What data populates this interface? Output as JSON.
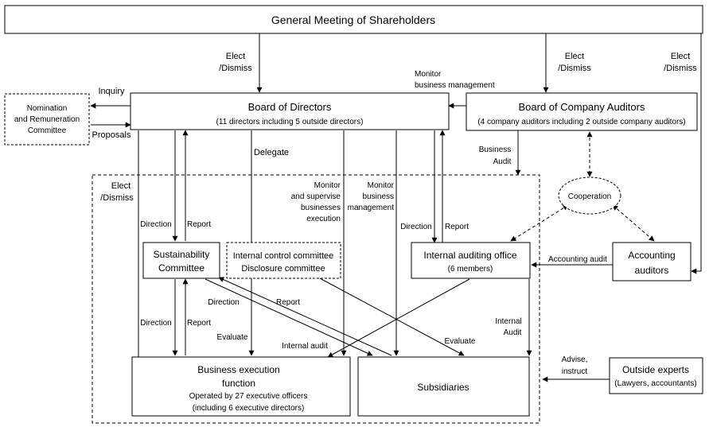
{
  "nodes": {
    "shareholders": {
      "label": "General Meeting of Shareholders"
    },
    "board_directors": {
      "label": "Board of Directors",
      "sub": "(11 directors including 5 outside directors)"
    },
    "board_auditors": {
      "label": "Board of Company Auditors",
      "sub": "(4 company auditors including 2 outside company auditors)"
    },
    "nomination": {
      "lines": [
        "Nomination",
        "and Remuneration",
        "Committee"
      ]
    },
    "sustainability": {
      "lines": [
        "Sustainability",
        "Committee"
      ]
    },
    "internal_control": {
      "lines": [
        "Internal control committee",
        "Disclosure committee"
      ]
    },
    "internal_audit_office": {
      "label": "Internal auditing office",
      "sub": "(6 members)"
    },
    "accounting_auditors": {
      "lines": [
        "Accounting",
        "auditors"
      ]
    },
    "cooperation": {
      "label": "Cooperation"
    },
    "business_execution": {
      "lines": [
        "Business execution",
        "function"
      ],
      "sub_lines": [
        "Operated by 27 executive officers",
        "(including 6 executive directors)"
      ]
    },
    "subsidiaries": {
      "label": "Subsidiaries"
    },
    "outside_experts": {
      "label": "Outside experts",
      "sub": "(Lawyers, accountants)"
    }
  },
  "labels": {
    "elect_dismiss_lines": [
      "Elect",
      "/Dismiss"
    ],
    "inquiry": "Inquiry",
    "proposals": "Proposals",
    "monitor_mgmt_top": [
      "Monitor",
      "business management"
    ],
    "business_audit": [
      "Business",
      "Audit"
    ],
    "delegate": "Delegate",
    "monitor_supervise": [
      "Monitor",
      "and supervise",
      "businesses",
      "execution"
    ],
    "monitor_mgmt_mid": [
      "Monitor",
      "business",
      "management"
    ],
    "direction": "Direction",
    "report": "Report",
    "evaluate": "Evaluate",
    "internal_audit_lower": "Internal audit",
    "internal_audit_right": [
      "Internal",
      "Audit"
    ],
    "accounting_audit": "Accounting audit",
    "advise_instruct": [
      "Advise,",
      "instruct"
    ]
  }
}
